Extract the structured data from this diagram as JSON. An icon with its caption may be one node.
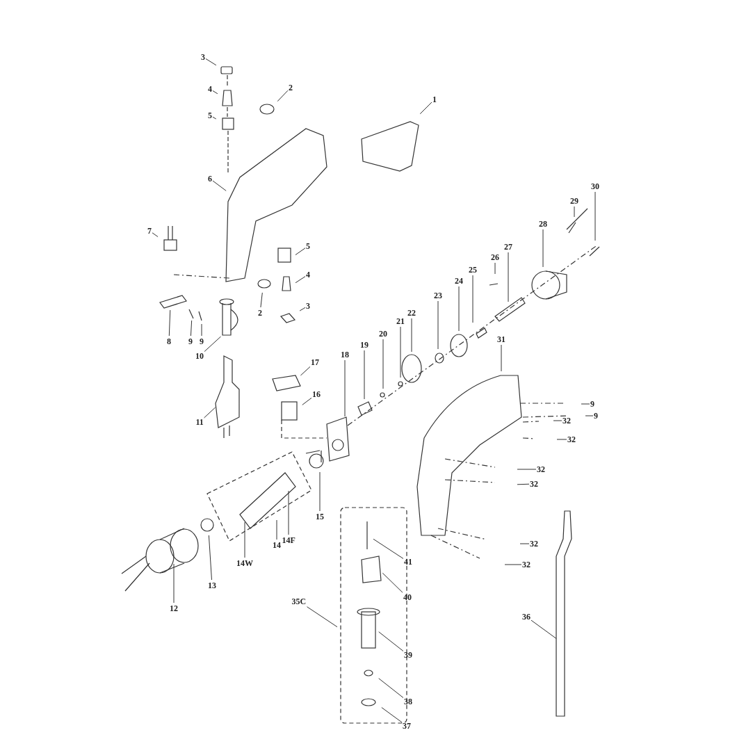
{
  "diagram": {
    "nodes": [
      {
        "text": [
          "3"
        ]
      },
      {
        "text": [
          "4"
        ]
      },
      {
        "text": [
          "2"
        ]
      },
      {
        "text": [
          "5"
        ]
      },
      {
        "text": [
          "1"
        ]
      },
      {
        "text": [
          "6"
        ]
      },
      {
        "text": [
          "7"
        ]
      },
      {
        "text": [
          "5"
        ]
      },
      {
        "text": [
          "4"
        ]
      },
      {
        "text": [
          "2"
        ]
      },
      {
        "text": [
          "3"
        ]
      },
      {
        "text": [
          "8"
        ]
      },
      {
        "text": [
          "9"
        ]
      },
      {
        "text": [
          "9"
        ]
      },
      {
        "text": [
          "10"
        ]
      },
      {
        "text": [
          "11"
        ]
      },
      {
        "text": [
          "17"
        ]
      },
      {
        "text": [
          "16"
        ]
      },
      {
        "text": [
          "18"
        ]
      },
      {
        "text": [
          "19"
        ]
      },
      {
        "text": [
          "20"
        ]
      },
      {
        "text": [
          "21"
        ]
      },
      {
        "text": [
          "22"
        ]
      },
      {
        "text": [
          "23"
        ]
      },
      {
        "text": [
          "24"
        ]
      },
      {
        "text": [
          "25"
        ]
      },
      {
        "text": [
          "26"
        ]
      },
      {
        "text": [
          "27"
        ]
      },
      {
        "text": [
          "28"
        ]
      },
      {
        "text": [
          "29"
        ]
      },
      {
        "text": [
          "30"
        ]
      },
      {
        "text": [
          "31"
        ]
      },
      {
        "text": [
          "9"
        ]
      },
      {
        "text": [
          "32"
        ]
      },
      {
        "text": [
          "9"
        ]
      },
      {
        "text": [
          "32"
        ]
      },
      {
        "text": [
          "32"
        ]
      },
      {
        "text": [
          "32"
        ]
      },
      {
        "text": [
          "32"
        ]
      },
      {
        "text": [
          "32"
        ]
      },
      {
        "text": [
          "15"
        ]
      },
      {
        "text": [
          "14F"
        ]
      },
      {
        "text": [
          "14"
        ]
      },
      {
        "text": [
          "14W"
        ]
      },
      {
        "text": [
          "13"
        ]
      },
      {
        "text": [
          "12"
        ]
      },
      {
        "text": [
          "41"
        ]
      },
      {
        "text": [
          "40"
        ]
      },
      {
        "text": [
          "35C"
        ]
      },
      {
        "text": [
          "39"
        ]
      },
      {
        "text": [
          "38"
        ]
      },
      {
        "text": [
          "37"
        ]
      },
      {
        "text": [
          "36"
        ]
      }
    ],
    "edges": [
      {
        "from": 0,
        "to": null,
        "arrow": "none"
      },
      {
        "from": 1,
        "to": null,
        "arrow": "none"
      },
      {
        "from": 2,
        "to": null,
        "arrow": "none"
      },
      {
        "from": 3,
        "to": null,
        "arrow": "none"
      },
      {
        "from": 4,
        "to": null,
        "arrow": "none"
      },
      {
        "from": 5,
        "to": null,
        "arrow": "none"
      },
      {
        "from": 6,
        "to": null,
        "arrow": "none"
      },
      {
        "from": 7,
        "to": null,
        "arrow": "none"
      },
      {
        "from": 8,
        "to": null,
        "arrow": "none"
      },
      {
        "from": 9,
        "to": null,
        "arrow": "none"
      },
      {
        "from": 10,
        "to": null,
        "arrow": "none"
      },
      {
        "from": 11,
        "to": null,
        "arrow": "none"
      },
      {
        "from": 12,
        "to": null,
        "arrow": "none"
      },
      {
        "from": 13,
        "to": null,
        "arrow": "none"
      },
      {
        "from": 14,
        "to": null,
        "arrow": "none"
      },
      {
        "from": 15,
        "to": null,
        "arrow": "none"
      },
      {
        "from": 16,
        "to": null,
        "arrow": "none"
      },
      {
        "from": 17,
        "to": null,
        "arrow": "none"
      },
      {
        "from": 18,
        "to": null,
        "arrow": "none"
      },
      {
        "from": 19,
        "to": null,
        "arrow": "none"
      },
      {
        "from": 20,
        "to": null,
        "arrow": "none"
      },
      {
        "from": 21,
        "to": null,
        "arrow": "none"
      },
      {
        "from": 22,
        "to": null,
        "arrow": "none"
      },
      {
        "from": 23,
        "to": null,
        "arrow": "none"
      },
      {
        "from": 24,
        "to": null,
        "arrow": "none"
      },
      {
        "from": 25,
        "to": null,
        "arrow": "none"
      },
      {
        "from": 26,
        "to": null,
        "arrow": "none"
      },
      {
        "from": 27,
        "to": null,
        "arrow": "none"
      },
      {
        "from": 28,
        "to": null,
        "arrow": "none"
      },
      {
        "from": 29,
        "to": null,
        "arrow": "none"
      },
      {
        "from": 30,
        "to": null,
        "arrow": "none"
      },
      {
        "from": 31,
        "to": null,
        "arrow": "none"
      },
      {
        "from": 32,
        "to": null,
        "arrow": "none"
      },
      {
        "from": 33,
        "to": null,
        "arrow": "none"
      },
      {
        "from": 34,
        "to": null,
        "arrow": "none"
      },
      {
        "from": 35,
        "to": null,
        "arrow": "none"
      },
      {
        "from": 36,
        "to": null,
        "arrow": "none"
      },
      {
        "from": 37,
        "to": null,
        "arrow": "none"
      },
      {
        "from": 38,
        "to": null,
        "arrow": "none"
      },
      {
        "from": 39,
        "to": null,
        "arrow": "none"
      },
      {
        "from": 40,
        "to": null,
        "arrow": "none"
      },
      {
        "from": 41,
        "to": null,
        "arrow": "none"
      },
      {
        "from": 42,
        "to": null,
        "arrow": "none"
      },
      {
        "from": 43,
        "to": null,
        "arrow": "none"
      },
      {
        "from": 44,
        "to": null,
        "arrow": "none"
      },
      {
        "from": 45,
        "to": null,
        "arrow": "none"
      },
      {
        "from": 46,
        "to": null,
        "arrow": "none"
      },
      {
        "from": 47,
        "to": null,
        "arrow": "none"
      },
      {
        "from": 48,
        "to": null,
        "arrow": "none"
      },
      {
        "from": 49,
        "to": null,
        "arrow": "none"
      },
      {
        "from": 50,
        "to": null,
        "arrow": "none"
      },
      {
        "from": 51,
        "to": null,
        "arrow": "none"
      },
      {
        "from": 52,
        "to": null,
        "arrow": "none"
      }
    ]
  }
}
